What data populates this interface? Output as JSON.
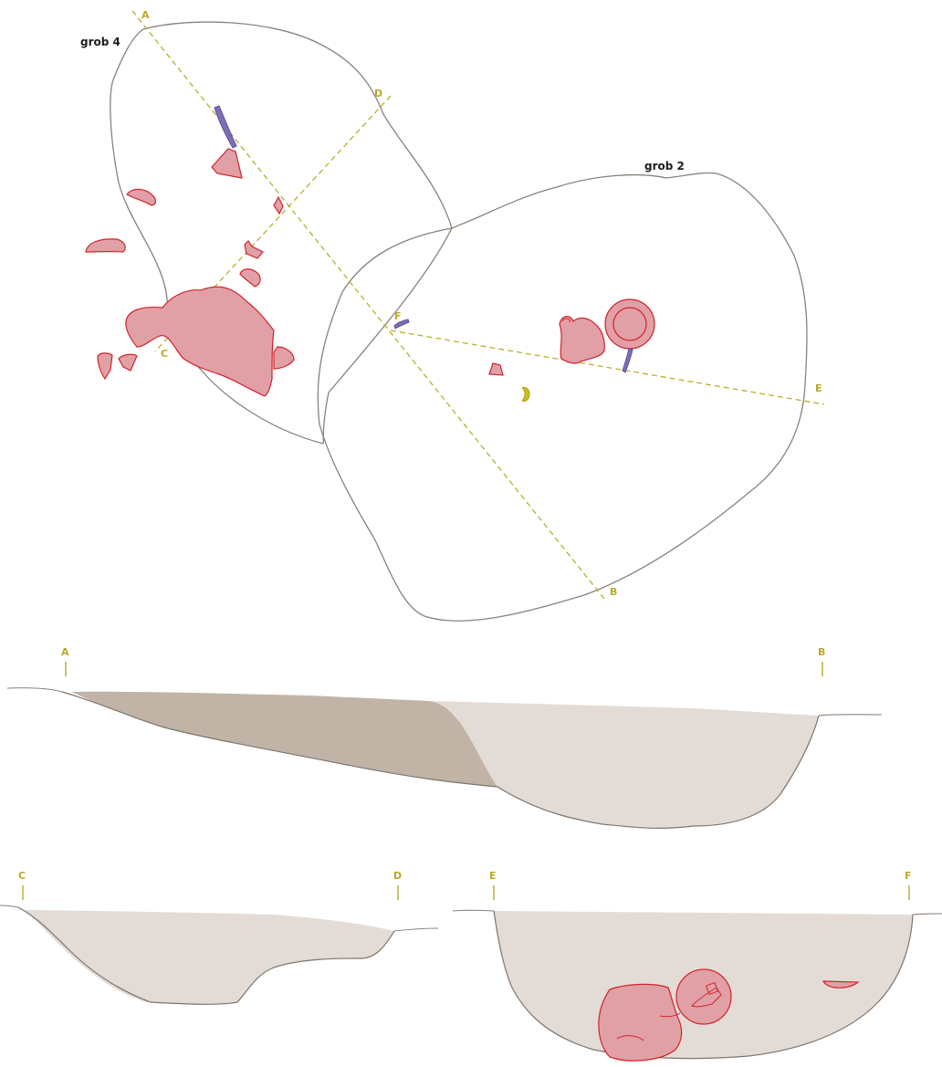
{
  "plan": {
    "grave_labels": {
      "grave4": "grob 4",
      "grave2": "grob 2"
    },
    "section_letters": {
      "a": "A",
      "b": "B",
      "c": "C",
      "d": "D",
      "e": "E",
      "f": "F"
    }
  },
  "sections": {
    "ab": {
      "left": "A",
      "right": "B"
    },
    "cd": {
      "left": "C",
      "right": "D"
    },
    "ef": {
      "left": "E",
      "right": "F"
    }
  },
  "colors": {
    "outline": "#8a817a",
    "find_fill": "#e0a0a6",
    "find_stroke": "#d2232a",
    "bone": "#7d6fb3",
    "section_line": "#b8b02a",
    "fill_light": "#e3dcd6",
    "fill_dark": "#c1b4a7"
  }
}
